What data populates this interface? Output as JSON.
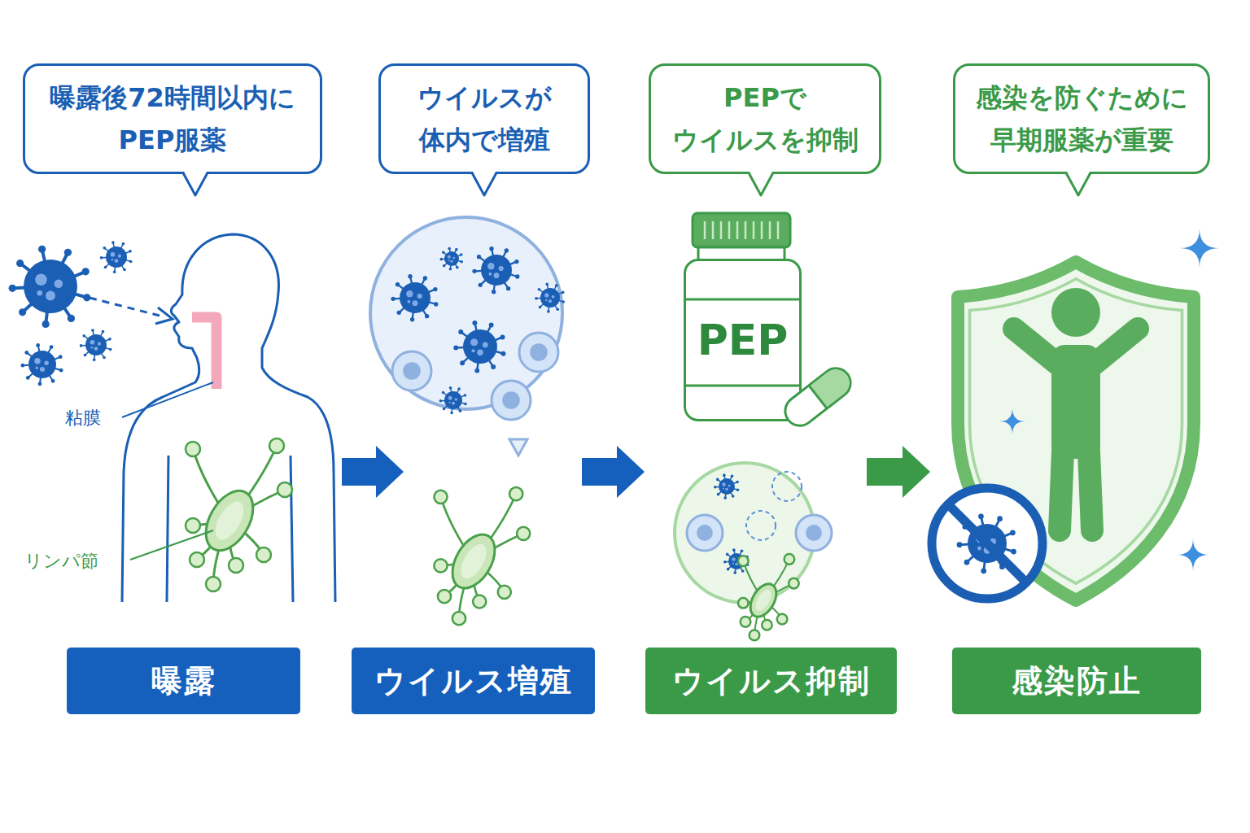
{
  "diagram": {
    "nodes": [
      {
        "text": [
          "曝露後72時間以内に PEP服薬"
        ]
      },
      {
        "text": [
          "ウイルスが 体内で増殖"
        ]
      },
      {
        "text": [
          "PEPで ウイルスを抑制"
        ]
      },
      {
        "text": [
          "感染を防ぐために 早期服薬が重要"
        ]
      },
      {
        "text": [
          "PEP"
        ]
      },
      {
        "text": [
          "曝露"
        ]
      },
      {
        "text": [
          "ウイルス増殖"
        ]
      },
      {
        "text": [
          "ウイルス抑制"
        ]
      },
      {
        "text": [
          "感染防止"
        ]
      }
    ],
    "labels": [
      "粘膜",
      "リンパ節"
    ]
  }
}
